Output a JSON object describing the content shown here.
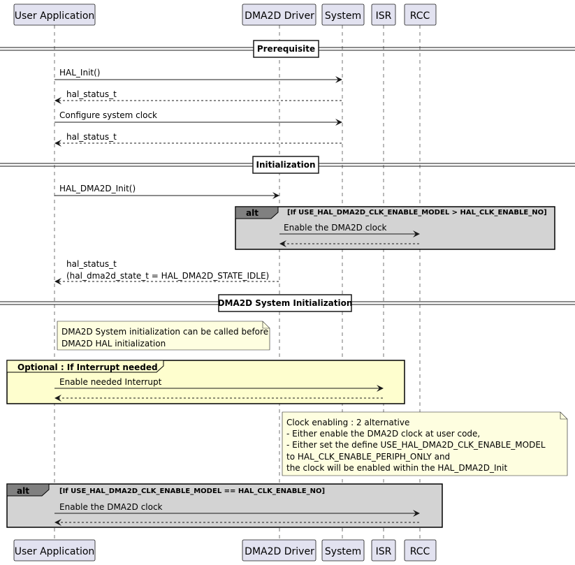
{
  "participants": [
    {
      "name": "User Application"
    },
    {
      "name": "DMA2D Driver"
    },
    {
      "name": "System"
    },
    {
      "name": "ISR"
    },
    {
      "name": "RCC"
    }
  ],
  "dividers": {
    "prerequisite": "Prerequisite",
    "initialization": "Initialization",
    "system_init": "DMA2D System Initialization"
  },
  "messages": {
    "hal_init": "HAL_Init()",
    "hal_status_1": "hal_status_t",
    "configure_clock": "Configure system clock",
    "hal_status_2": "hal_status_t",
    "dma2d_init": "HAL_DMA2D_Init()",
    "enable_clock_1": "Enable the DMA2D clock",
    "init_return_line1": "hal_status_t",
    "init_return_line2": "(hal_dma2d_state_t = HAL_DMA2D_STATE_IDLE)",
    "enable_interrupt": "Enable needed Interrupt",
    "enable_clock_2": "Enable the DMA2D clock"
  },
  "fragments": {
    "alt1_keyword": "alt",
    "alt1_condition": "[If USE_HAL_DMA2D_CLK_ENABLE_MODEL > HAL_CLK_ENABLE_NO]",
    "optional_label": "Optional : If Interrupt needed",
    "alt2_keyword": "alt",
    "alt2_condition": "[If USE_HAL_DMA2D_CLK_ENABLE_MODEL == HAL_CLK_ENABLE_NO]"
  },
  "notes": {
    "note1": [
      "DMA2D System initialization can be called before",
      "DMA2D HAL initialization"
    ],
    "note2": [
      "Clock enabling : 2 alternative",
      "- Either enable the DMA2D clock at user code,",
      "- Either set the define USE_HAL_DMA2D_CLK_ENABLE_MODEL",
      "to  HAL_CLK_ENABLE_PERIPH_ONLY  and",
      "the clock will be enabled within the HAL_DMA2D_Init"
    ]
  },
  "colors": {
    "participant_fill": "#e2e2f0",
    "participant_border": "#181818",
    "alt_fill": "#d3d3d3",
    "alt_header": "#808080",
    "optional_fill": "#fefece",
    "note_fill": "#fefee0"
  }
}
